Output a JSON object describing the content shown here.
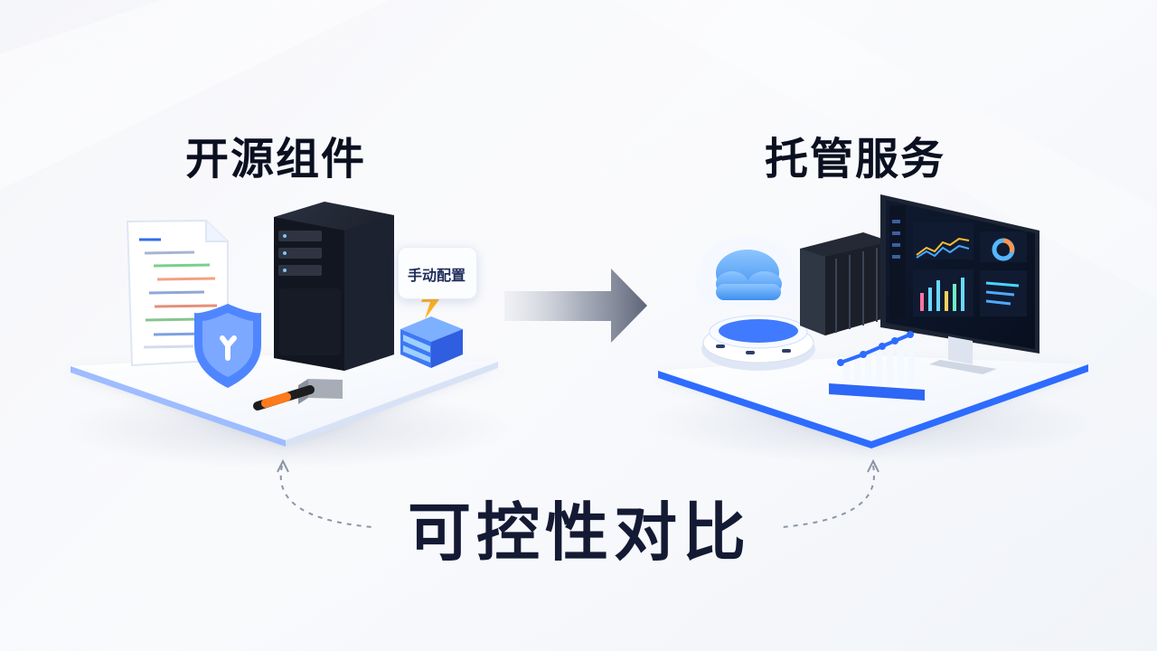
{
  "titles": {
    "left": "开源组件",
    "right": "托管服务",
    "bottom": "可控性对比"
  },
  "badge": {
    "label": "手动配置"
  },
  "colors": {
    "primary_text": "#0b1020",
    "accent_blue": "#2d6cff",
    "light_blue": "#8fb8ff",
    "dark_server": "#171b24",
    "arrow_gray": "#5e6678"
  },
  "icons": [
    "document-icon",
    "shield-icon",
    "server-icon",
    "lightning-icon",
    "hammer-icon",
    "cloud-icon",
    "server-rack-icon",
    "dashboard-monitor-icon",
    "bar-chart-icon",
    "arrow-right-icon"
  ]
}
